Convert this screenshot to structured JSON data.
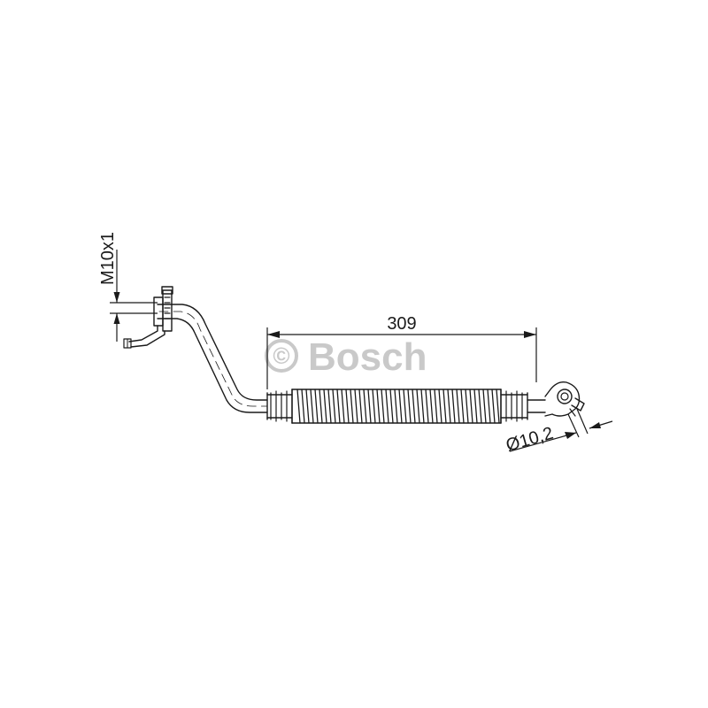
{
  "dimensions": {
    "thread": "M10x1",
    "length": "309",
    "diameter": "Ø10,2"
  },
  "watermark": {
    "symbol": "©",
    "brand": "Bosch",
    "color": "#c9c9c9"
  },
  "colors": {
    "line": "#1a1a1a"
  }
}
